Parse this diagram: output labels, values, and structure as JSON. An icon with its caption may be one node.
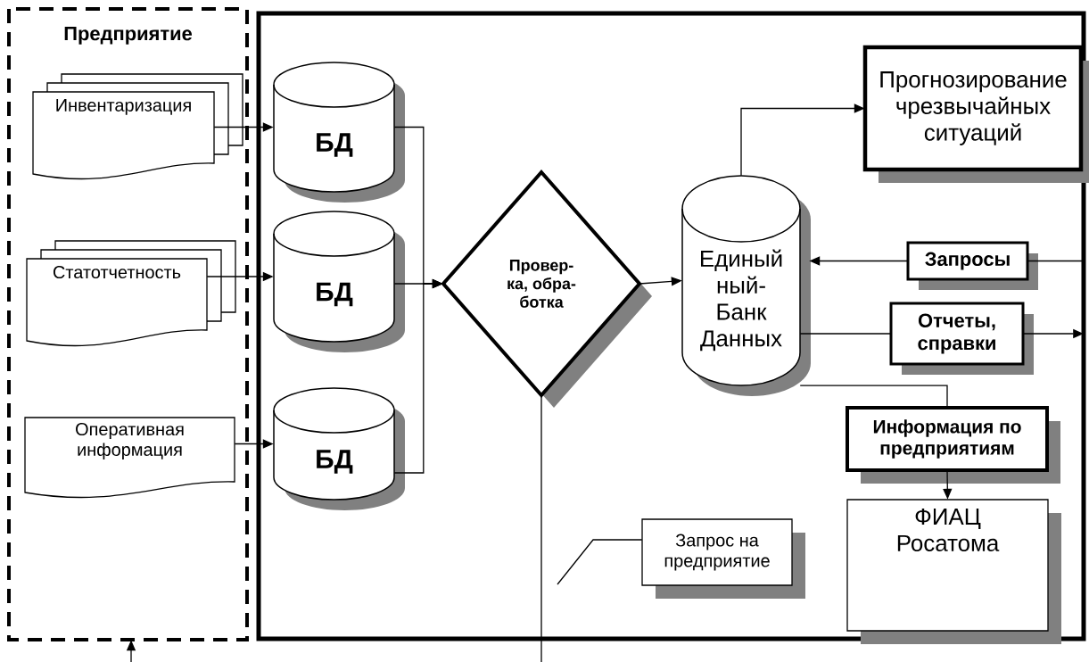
{
  "diagram": {
    "nodes": [
      {
        "text": [
          "Предприятие"
        ]
      },
      {
        "text": [],
        "shape": "box"
      },
      {
        "text": [
          "Инвентаризация"
        ],
        "in": 0
      },
      {
        "text": [
          "Статотчетность"
        ],
        "in": 0
      },
      {
        "text": [
          "Оперативная информация"
        ],
        "in": 0
      },
      {
        "text": [
          "БД"
        ],
        "in": 1
      },
      {
        "text": [
          "БД"
        ],
        "in": 1
      },
      {
        "text": [
          "БД"
        ],
        "in": 1
      },
      {
        "text": [
          "Провер- ка, обра- ботка"
        ],
        "in": 1
      },
      {
        "text": [
          "Единый ный- Банк Данных"
        ],
        "in": 1
      },
      {
        "text": [
          "Прогнозирование чрезвычайных ситуаций"
        ],
        "in": 1
      },
      {
        "text": [
          "Запросы"
        ],
        "in": 1
      },
      {
        "text": [
          "Отчеты, справки"
        ],
        "in": 1
      },
      {
        "text": [
          "Информация по предприятиям"
        ],
        "in": 1
      },
      {
        "text": [
          "ФИАЦ Росатома"
        ],
        "in": 1
      },
      {
        "text": [
          "Запрос на предприятие"
        ],
        "in": 1
      }
    ],
    "edges": [
      {
        "from": 2,
        "to": 5,
        "arrow": "to"
      },
      {
        "from": 3,
        "to": 6,
        "arrow": "to"
      },
      {
        "from": 4,
        "to": 7,
        "arrow": "to"
      },
      {
        "from": 5,
        "to": 8,
        "arrow": "to"
      },
      {
        "from": 6,
        "to": 8,
        "arrow": "to"
      },
      {
        "from": 7,
        "to": 8,
        "arrow": "to"
      },
      {
        "from": 8,
        "to": 9,
        "arrow": "to"
      },
      {
        "from": 9,
        "to": 10,
        "arrow": "to"
      },
      {
        "from": 1,
        "to": 11,
        "arrow": "none"
      },
      {
        "from": 11,
        "to": 9,
        "arrow": "to"
      },
      {
        "from": 9,
        "to": 12,
        "arrow": "none"
      },
      {
        "from": 12,
        "to": 1,
        "arrow": "to"
      },
      {
        "from": 9,
        "to": 13,
        "arrow": "none"
      },
      {
        "from": 13,
        "to": 14,
        "arrow": "to"
      },
      {
        "from": 8,
        "to": null,
        "arrow": "none"
      },
      {
        "from": null,
        "to": 0,
        "arrow": "to"
      },
      {
        "from": 15,
        "to": null,
        "arrow": "none"
      }
    ]
  }
}
